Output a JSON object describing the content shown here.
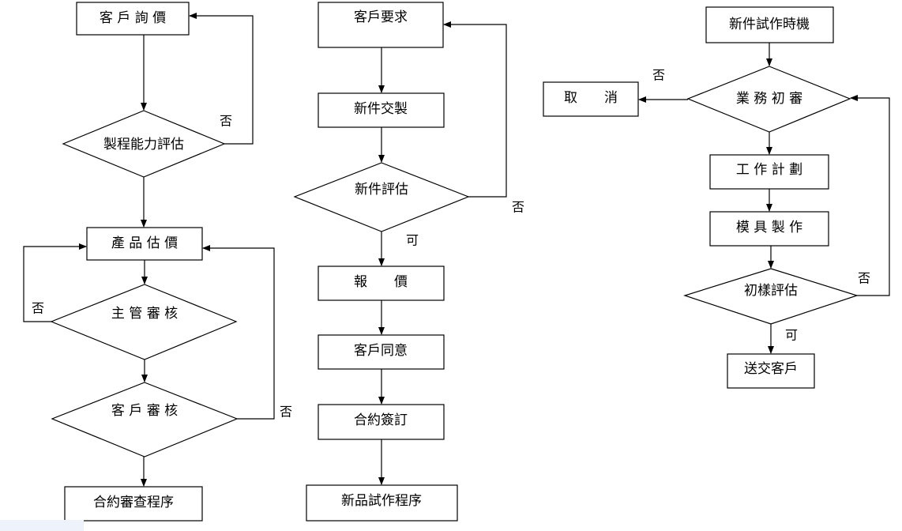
{
  "nodes": {
    "col1": {
      "customer_inquiry": "客 戶 詢 價",
      "capability_eval": "製程能力評估",
      "product_estimate": "產 品 估 價",
      "manager_review": "主 管 審 核",
      "customer_review": "客 戶 審 核",
      "contract_review": "合約審查程序"
    },
    "col2": {
      "customer_request": "客戶要求",
      "new_part_handover": "新件交製",
      "new_part_eval": "新件評估",
      "quote": "報　　價",
      "customer_agree": "客戶同意",
      "contract_sign": "合約簽訂",
      "trial_procedure": "新品試作程序"
    },
    "col3": {
      "trial_timing": "新件試作時機",
      "cancel": "取　　消",
      "business_review": "業 務 初 審",
      "work_plan": "工 作 計 劃",
      "mold_making": "模 具 製 作",
      "sample_eval": "初樣評估",
      "deliver_customer": "送交客戶"
    }
  },
  "edge_labels": {
    "no": "否",
    "ok": "可"
  }
}
